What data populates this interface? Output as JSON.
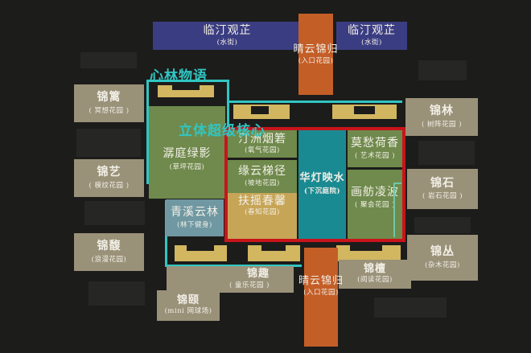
{
  "colors": {
    "background": "#1c1c1b",
    "side_garden": "#9a9179",
    "water_street": "#3b3d82",
    "entrance": "#c45e27",
    "garden_green": "#6f8a4c",
    "garden_gold": "#c7a557",
    "sunken_court": "#1a8a92",
    "forest_fitness": "#6f98a2",
    "building": "#d2b660",
    "xinlin_outline": "#30c6c2",
    "core_outline": "#c8141a"
  },
  "headings": {
    "xinlin": "心林物语",
    "core": "立体超级核心"
  },
  "top": {
    "water_left": {
      "title": "临汀观芷",
      "sub": "(水街)"
    },
    "water_right": {
      "title": "临汀观芷",
      "sub": "(水街)"
    },
    "entrance_top": {
      "title": "晴云锦归",
      "sub": "(入口花园)"
    }
  },
  "bottom": {
    "entrance_bottom": {
      "title": "晴云锦归",
      "sub": "(入口花园)"
    },
    "jinqu": {
      "title": "锦趣",
      "sub": "( 童乐花园 )"
    },
    "jinyi2": {
      "title": "锦颐",
      "sub": "(mini 网球场)"
    },
    "jintan": {
      "title": "锦檀",
      "sub": "(阅读花园)"
    }
  },
  "left": [
    {
      "title": "锦篱",
      "sub": "( 冥想花园 )"
    },
    {
      "title": "锦艺",
      "sub": "( 模纹花园 )"
    },
    {
      "title": "锦馥",
      "sub": "(浪漫花园)"
    }
  ],
  "right": [
    {
      "title": "锦林",
      "sub": "( 树阵花园 )"
    },
    {
      "title": "锦石",
      "sub": "( 岩石花园 )"
    },
    {
      "title": "锦丛",
      "sub": "(杂木花园)"
    }
  ],
  "center": {
    "lawn": {
      "title": "潺庭绿影",
      "sub": "(草坪花园)"
    },
    "forest": {
      "title": "青溪云林",
      "sub": "(林下健身)"
    },
    "oxygen": {
      "title": "汀洲烟箬",
      "sub": "(氧气花园)"
    },
    "slope": {
      "title": "缘云梯径",
      "sub": "(坡地花园)"
    },
    "spring": {
      "title": "扶摇春馨",
      "sub": "(春知花园)"
    },
    "sunken": {
      "title": "华灯映水",
      "sub": "(下沉庭院)"
    },
    "art": {
      "title": "莫愁荷香",
      "sub": "( 艺术花园 )"
    },
    "gather": {
      "title": "画舫凌波",
      "sub": "( 聚会花园 )"
    }
  }
}
